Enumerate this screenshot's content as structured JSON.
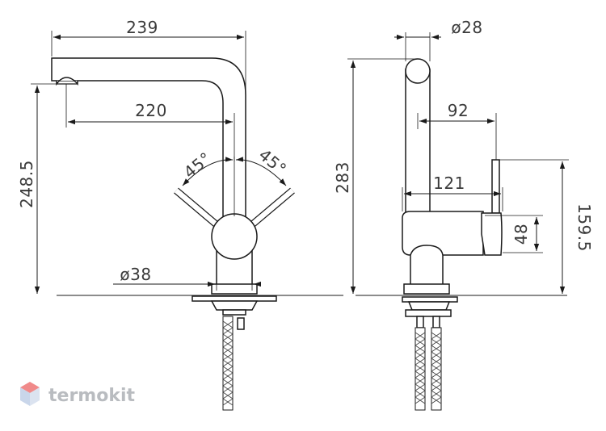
{
  "front_view": {
    "dims": {
      "spout_length": "239",
      "reach": "220",
      "height": "248.5",
      "base_diameter": "ø38",
      "left_angle": "45°",
      "right_angle": "45°"
    }
  },
  "side_view": {
    "dims": {
      "spout_diameter": "ø28",
      "handle_offset": "92",
      "body_depth": "121",
      "total_height": "283",
      "handle_height": "159.5",
      "body_height": "48"
    }
  },
  "brand": {
    "name": "termokit",
    "colors": {
      "logo_top": "#f08a8a",
      "logo_side": "#c9d6ea",
      "text": "#b9bcc0"
    }
  }
}
